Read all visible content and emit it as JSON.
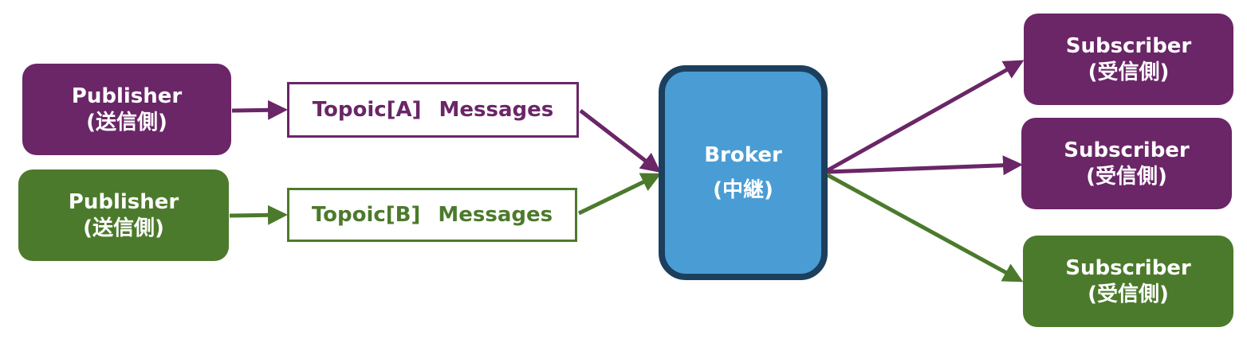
{
  "colors": {
    "topic_a": "#6a2667",
    "topic_b": "#4c7a2c",
    "broker_fill": "#4a9dd4",
    "broker_border": "#1c3f5e"
  },
  "publishers": [
    {
      "name": "Publisher",
      "role": "(送信側)"
    },
    {
      "name": "Publisher",
      "role": "(送信側)"
    }
  ],
  "topics": [
    {
      "label": "Topoic[A]",
      "suffix": "Messages"
    },
    {
      "label": "Topoic[B]",
      "suffix": "Messages"
    }
  ],
  "broker": {
    "name": "Broker",
    "role": "(中継)"
  },
  "subscribers": [
    {
      "name": "Subscriber",
      "role": "(受信側)"
    },
    {
      "name": "Subscriber",
      "role": "(受信側)"
    },
    {
      "name": "Subscriber",
      "role": "(受信側)"
    }
  ]
}
